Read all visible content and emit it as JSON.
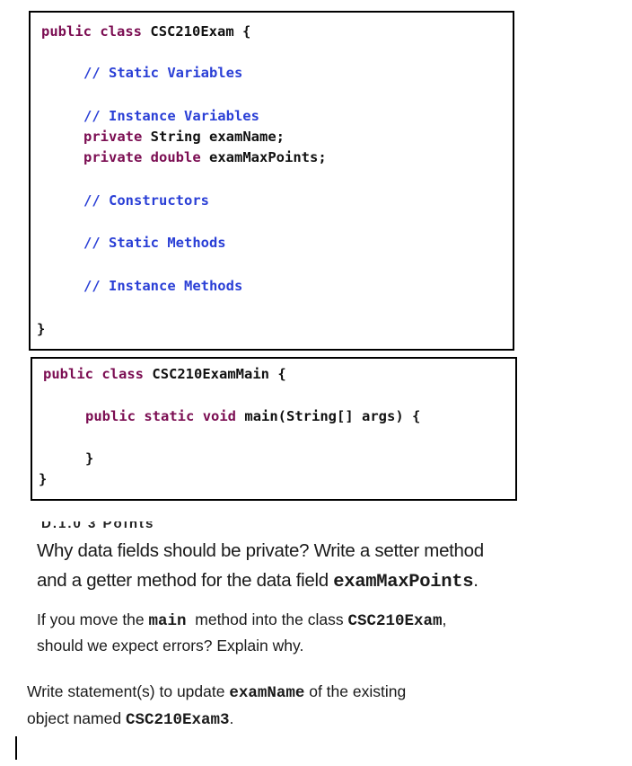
{
  "class1": {
    "kw_public": "public",
    "kw_class": "class",
    "class_name": "CSC210Exam {",
    "comment_static_vars": "// Static Variables",
    "comment_instance_vars": "// Instance Variables",
    "field1_modifier": "private",
    "field1_decl": "String examName;",
    "field2_modifier": "private",
    "field2_type": "double",
    "field2_decl": "examMaxPoints;",
    "comment_constructors": "// Constructors",
    "comment_static_methods": "// Static Methods",
    "comment_instance_methods": "// Instance Methods",
    "closing_brace": "}"
  },
  "class2": {
    "kw_public": "public",
    "kw_class": "class",
    "class_name": "CSC210ExamMain {",
    "method_public": "public",
    "method_static": "static",
    "method_void": "void",
    "method_sig": "main(String[] args) {",
    "method_close": "}",
    "closing_brace": "}"
  },
  "cut_heading": "D.1.0   3 Points",
  "question1": {
    "text_line1": "Why data fields should be private? Write a setter method",
    "text_line2_prefix": "and a getter method for the data field ",
    "field": "examMaxPoints",
    "suffix": "."
  },
  "question2": {
    "line1_a": "If you move the ",
    "line1_code1": "main",
    "line1_b": "  method into the class ",
    "line1_code2": "CSC210Exam",
    "line1_c": ",",
    "line2": "should we expect errors? Explain why."
  },
  "question3": {
    "line1_a": "Write statement(s) to update ",
    "line1_code": "examName",
    "line1_b": " of the existing",
    "line2_a": "object named ",
    "line2_code": "CSC210Exam3",
    "line2_b": "."
  }
}
